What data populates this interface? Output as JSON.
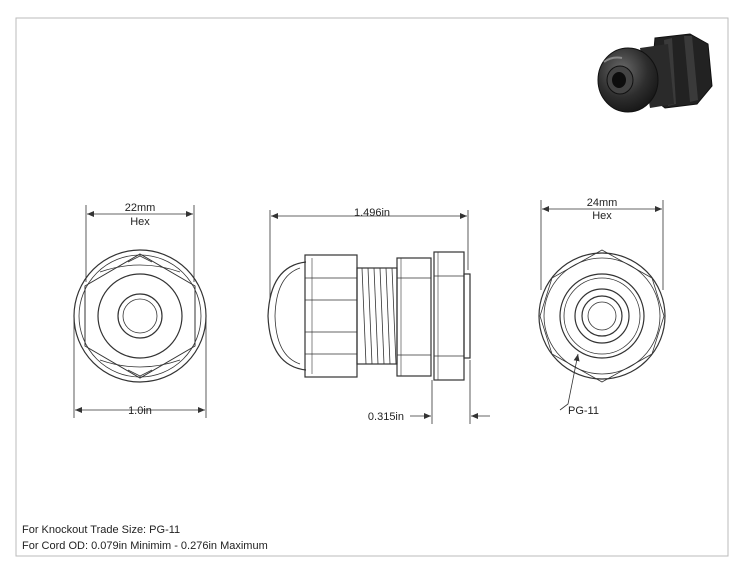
{
  "dimensions": {
    "front_hex_value": "22mm",
    "front_hex_label": "Hex",
    "front_width": "1.0in",
    "side_length": "1.496in",
    "side_thread_length": "0.315in",
    "rear_hex_value": "24mm",
    "rear_hex_label": "Hex",
    "thread_callout": "PG-11"
  },
  "notes": {
    "line1": "For Knockout Trade Size: PG-11",
    "line2": "For Cord OD: 0.079in Minimim - 0.276in Maximum"
  },
  "colors": {
    "line": "#333333",
    "thumbnail_body": "#2b2b2b"
  }
}
